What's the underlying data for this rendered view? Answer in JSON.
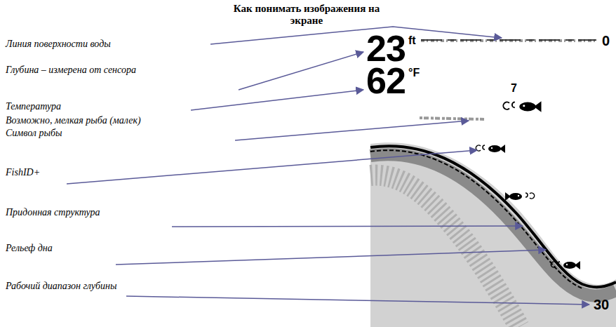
{
  "diagram": {
    "title": "Как понимать изображения на экране",
    "labels": [
      "Линия поверхности воды",
      "Глубина – измерена от сенсора",
      "Температура",
      "Возможно, мелкая рыба (малек)",
      "Символ рыбы",
      "FishID+",
      "Придонная структура",
      "Рельеф дна",
      "Рабочий диапазон глубины",
      "0",
      "23",
      "ft",
      "62",
      "°F",
      "7",
      "30"
    ]
  }
}
